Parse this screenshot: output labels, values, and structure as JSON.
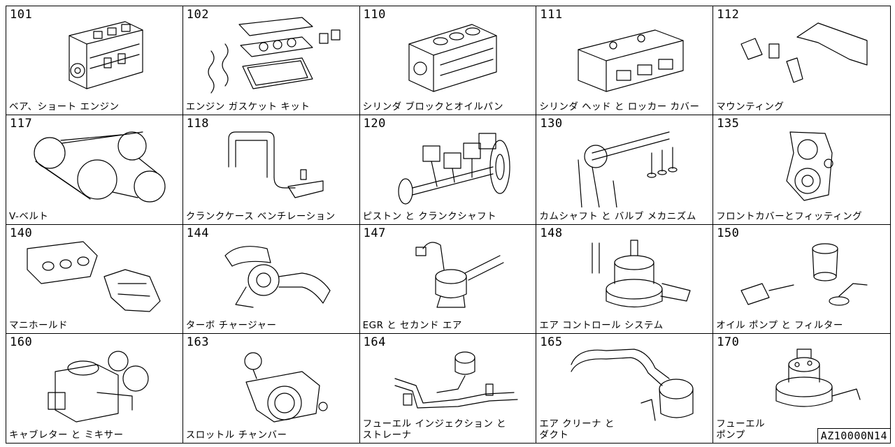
{
  "cells": [
    {
      "num": "101",
      "label": "ベア、ショート エンジン",
      "icon": "short-engine-icon"
    },
    {
      "num": "102",
      "label": "エンジン ガスケット キット",
      "icon": "gasket-kit-icon"
    },
    {
      "num": "110",
      "label": "シリンダ ブロックとオイルパン",
      "icon": "cylinder-block-icon"
    },
    {
      "num": "111",
      "label": "シリンダ ヘッド と ロッカー カバー",
      "icon": "cylinder-head-icon"
    },
    {
      "num": "112",
      "label": "マウンティング",
      "icon": "mounting-icon"
    },
    {
      "num": "117",
      "label": "V-ベルト",
      "icon": "v-belt-icon"
    },
    {
      "num": "118",
      "label": "クランクケース ベンチレーション",
      "icon": "crankcase-ventilation-icon"
    },
    {
      "num": "120",
      "label": "ピストン と クランクシャフト",
      "icon": "piston-crankshaft-icon"
    },
    {
      "num": "130",
      "label": "カムシャフト と バルブ メカニズム",
      "icon": "camshaft-valve-icon"
    },
    {
      "num": "135",
      "label": "フロントカバーとフィッティング",
      "icon": "front-cover-icon"
    },
    {
      "num": "140",
      "label": "マニホールド",
      "icon": "manifold-icon"
    },
    {
      "num": "144",
      "label": "ターボ チャージャー",
      "icon": "turbocharger-icon"
    },
    {
      "num": "147",
      "label": "EGR と セカンド エア",
      "icon": "egr-valve-icon"
    },
    {
      "num": "148",
      "label": "エア コントロール システム",
      "icon": "air-control-icon"
    },
    {
      "num": "150",
      "label": "オイル ポンプ と フィルター",
      "icon": "oil-pump-filter-icon"
    },
    {
      "num": "160",
      "label": "キャブレター と ミキサー",
      "icon": "carburetor-icon"
    },
    {
      "num": "163",
      "label": "スロットル チャンバー",
      "icon": "throttle-chamber-icon"
    },
    {
      "num": "164",
      "label": "フューエル インジェクション と\n ストレーナ",
      "icon": "fuel-injection-icon"
    },
    {
      "num": "165",
      "label": "エア クリーナ と\nダクト",
      "icon": "air-cleaner-icon"
    },
    {
      "num": "170",
      "label": "フューエル\nポンプ",
      "icon": "fuel-pump-icon"
    }
  ],
  "diagram_code": "AZ10000N14"
}
